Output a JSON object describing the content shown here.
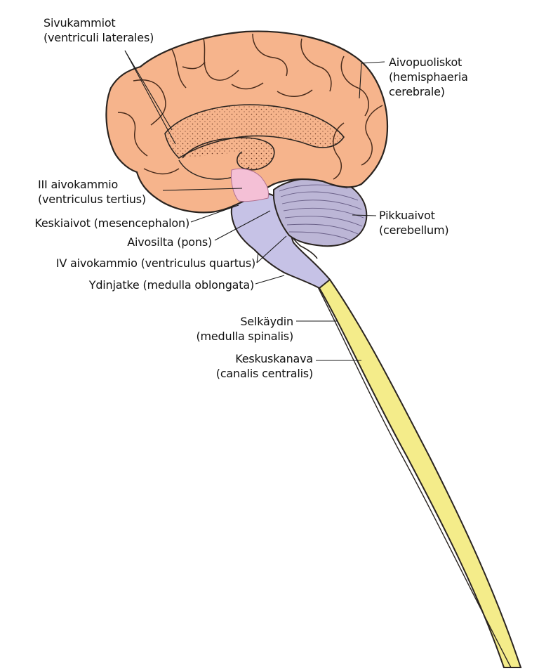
{
  "labels": {
    "sivukammiot": {
      "line1": "Sivukammiot",
      "line2": "(ventriculi laterales)"
    },
    "aivopuoliskot": {
      "line1": "Aivopuoliskot",
      "line2": "(hemisphaeria",
      "line3": "cerebrale)"
    },
    "iii_aivokammio": {
      "line1": "III aivokammio",
      "line2": "(ventriculus tertius)"
    },
    "pikkuaivot": {
      "line1": "Pikkuaivot",
      "line2": "(cerebellum)"
    },
    "keskiaivot": {
      "line1": "Keskiaivot (mesencephalon)"
    },
    "aivosilta": {
      "line1": "Aivosilta (pons)"
    },
    "iv_aivokammio": {
      "line1": "IV aivokammio (ventriculus quartus)"
    },
    "ydinjatke": {
      "line1": "Ydinjatke (medulla oblongata)"
    },
    "selkaydin": {
      "line1": "Selkäydin",
      "line2": "(medulla spinalis)"
    },
    "keskuskanava": {
      "line1": "Keskuskanava",
      "line2": "(canalis centralis)"
    }
  },
  "colors": {
    "cerebrum": "#f6b48c",
    "brainstem": "#c6c2e6",
    "cerebellum": "#bcb6d6",
    "third_ventricle": "#f4c0d6",
    "spinal_cord": "#f4ec8a",
    "outline": "#2a2420"
  }
}
